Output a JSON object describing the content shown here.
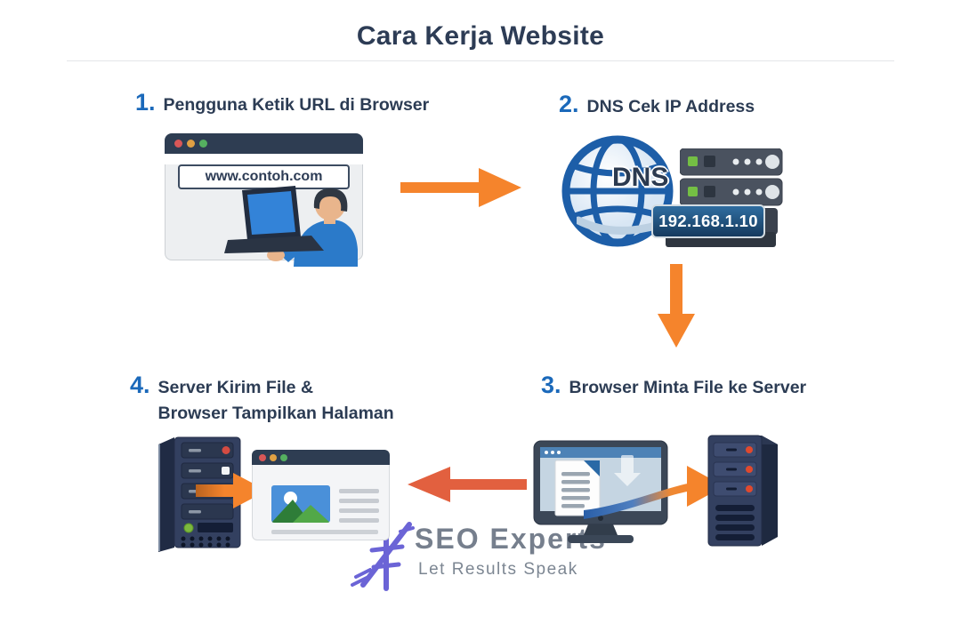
{
  "title": "Cara Kerja Website",
  "steps": [
    {
      "number": "1.",
      "label": "Pengguna Ketik URL di Browser"
    },
    {
      "number": "2.",
      "label": "DNS Cek IP Address"
    },
    {
      "number": "3.",
      "label": "Browser Minta File ke Server"
    },
    {
      "number": "4.",
      "label": "Server Kirim File &",
      "label2": "Browser Tampilkan Halaman"
    }
  ],
  "step1_browser": {
    "url": "www.contoh.com"
  },
  "step2_dns": {
    "globe_label": "DNS",
    "ip_address": "192.168.1.10"
  },
  "watermark": {
    "brand": "SEO Experts",
    "tagline": "Let Results Speak"
  },
  "colors": {
    "heading_navy": "#2d3c55",
    "step_number_blue": "#1b69ba",
    "arrow_orange": "#f5842c",
    "arrow_red_orange": "#e2603f",
    "globe_blue": "#1d5ea8",
    "ip_badge_blue": "#163a5e",
    "server_navy": "#334060",
    "led_red": "#e0492e",
    "led_green": "#7cb83e",
    "logo_purple": "#5b54d2",
    "watermark_gray": "#6f7987"
  }
}
